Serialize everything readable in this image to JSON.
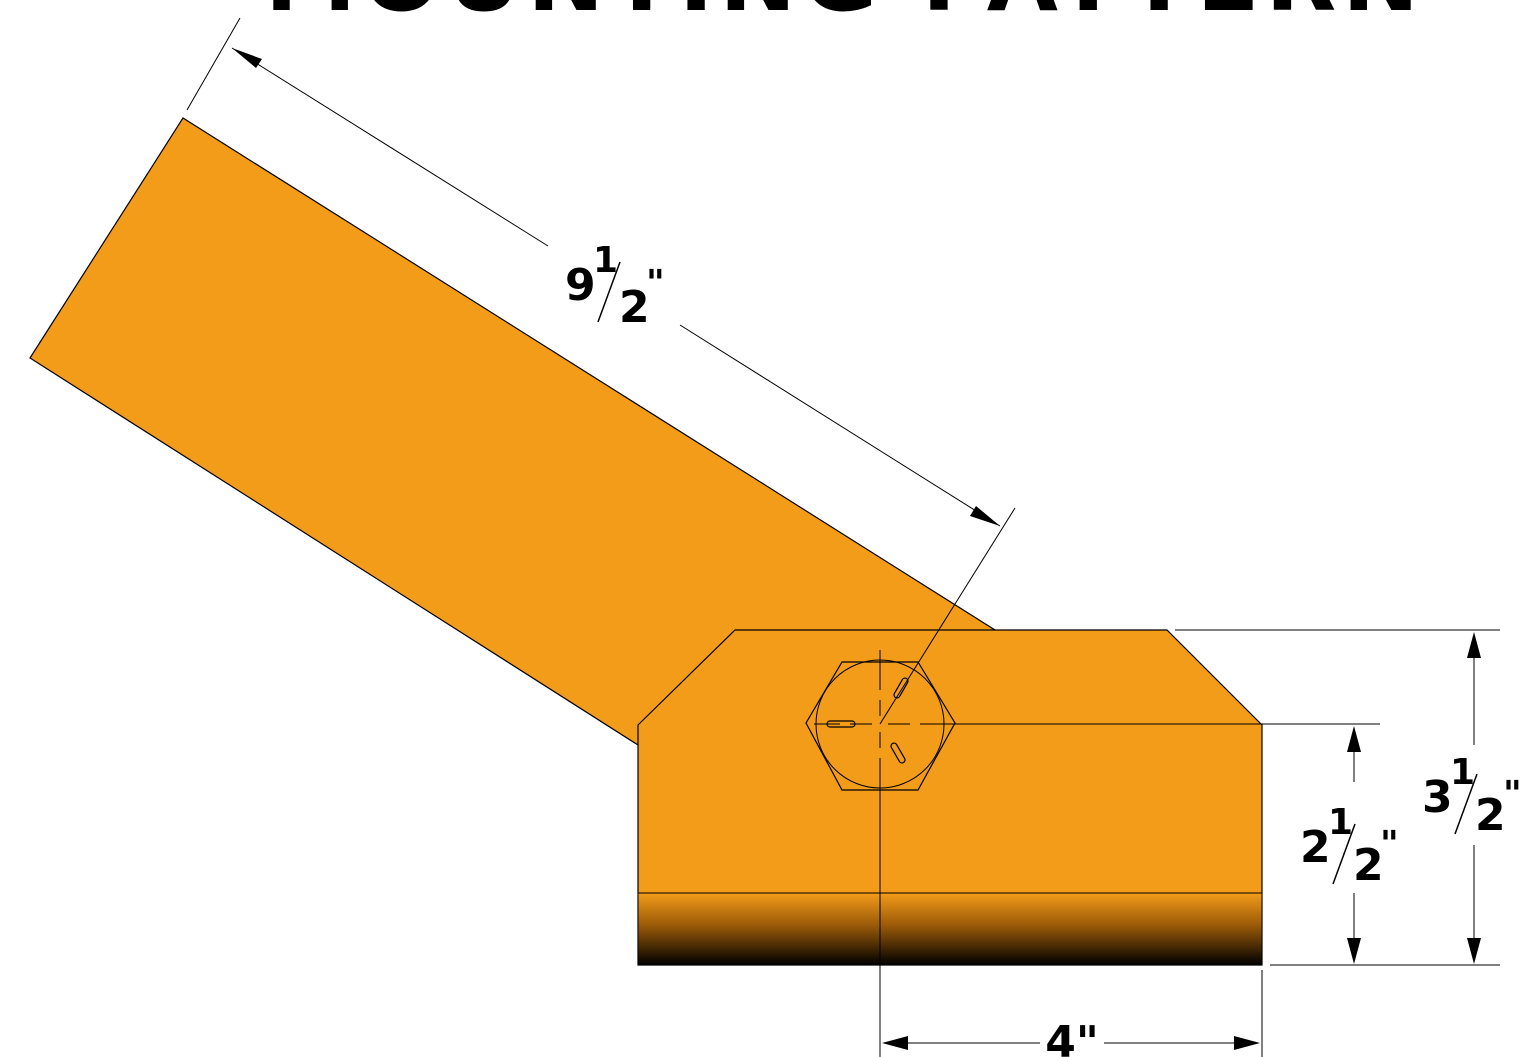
{
  "title": "MOUNTING PATTERN",
  "colors": {
    "bracket": "#F29C19",
    "bracket_shadow": "#000000",
    "outline": "#000000"
  },
  "dimensions": {
    "arm_length": {
      "whole": "9",
      "num": "1",
      "den": "2",
      "unit": "\""
    },
    "height_to_bolt": {
      "whole": "2",
      "num": "1",
      "den": "2",
      "unit": "\""
    },
    "total_height": {
      "whole": "3",
      "num": "1",
      "den": "2",
      "unit": "\""
    },
    "bolt_to_edge": {
      "text": "4\""
    }
  }
}
